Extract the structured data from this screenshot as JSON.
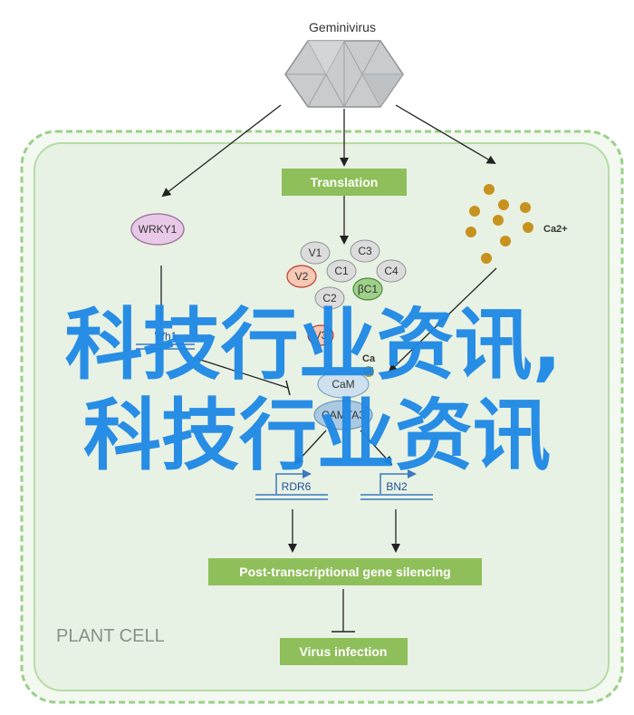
{
  "virus": {
    "label": "Geminivirus"
  },
  "cell": {
    "label": "PLANT CELL"
  },
  "boxes": {
    "translation": "Translation",
    "ptgs": "Post-transcriptional gene silencing",
    "virus_infection": "Virus infection"
  },
  "nodes": {
    "wrky1": "WRKY1",
    "w_protein": "Wh1",
    "v1": "V1",
    "c3": "C3",
    "v2": "V2",
    "c1": "C1",
    "c4": "C4",
    "c2": "C2",
    "bc1": "βC1",
    "v3": "V3",
    "cam": "CaM",
    "camta3": "CAMTA3",
    "ca2": "Ca2+",
    "ca_small": "Ca"
  },
  "genes": {
    "rdr6": "RDR6",
    "bn2": "BN2"
  },
  "overlay": {
    "line1": "科技行业资讯,",
    "line2": "科技行业资讯"
  },
  "colors": {
    "box_green": "#8fbf5a",
    "cell_fill": "#e8f2e4",
    "cell_border": "#9bd089",
    "ca_dot": "#c8921e",
    "v2_fill": "#f6c8b5",
    "wrky_fill": "#e9c9e8",
    "overlay": "#1e88e5"
  }
}
